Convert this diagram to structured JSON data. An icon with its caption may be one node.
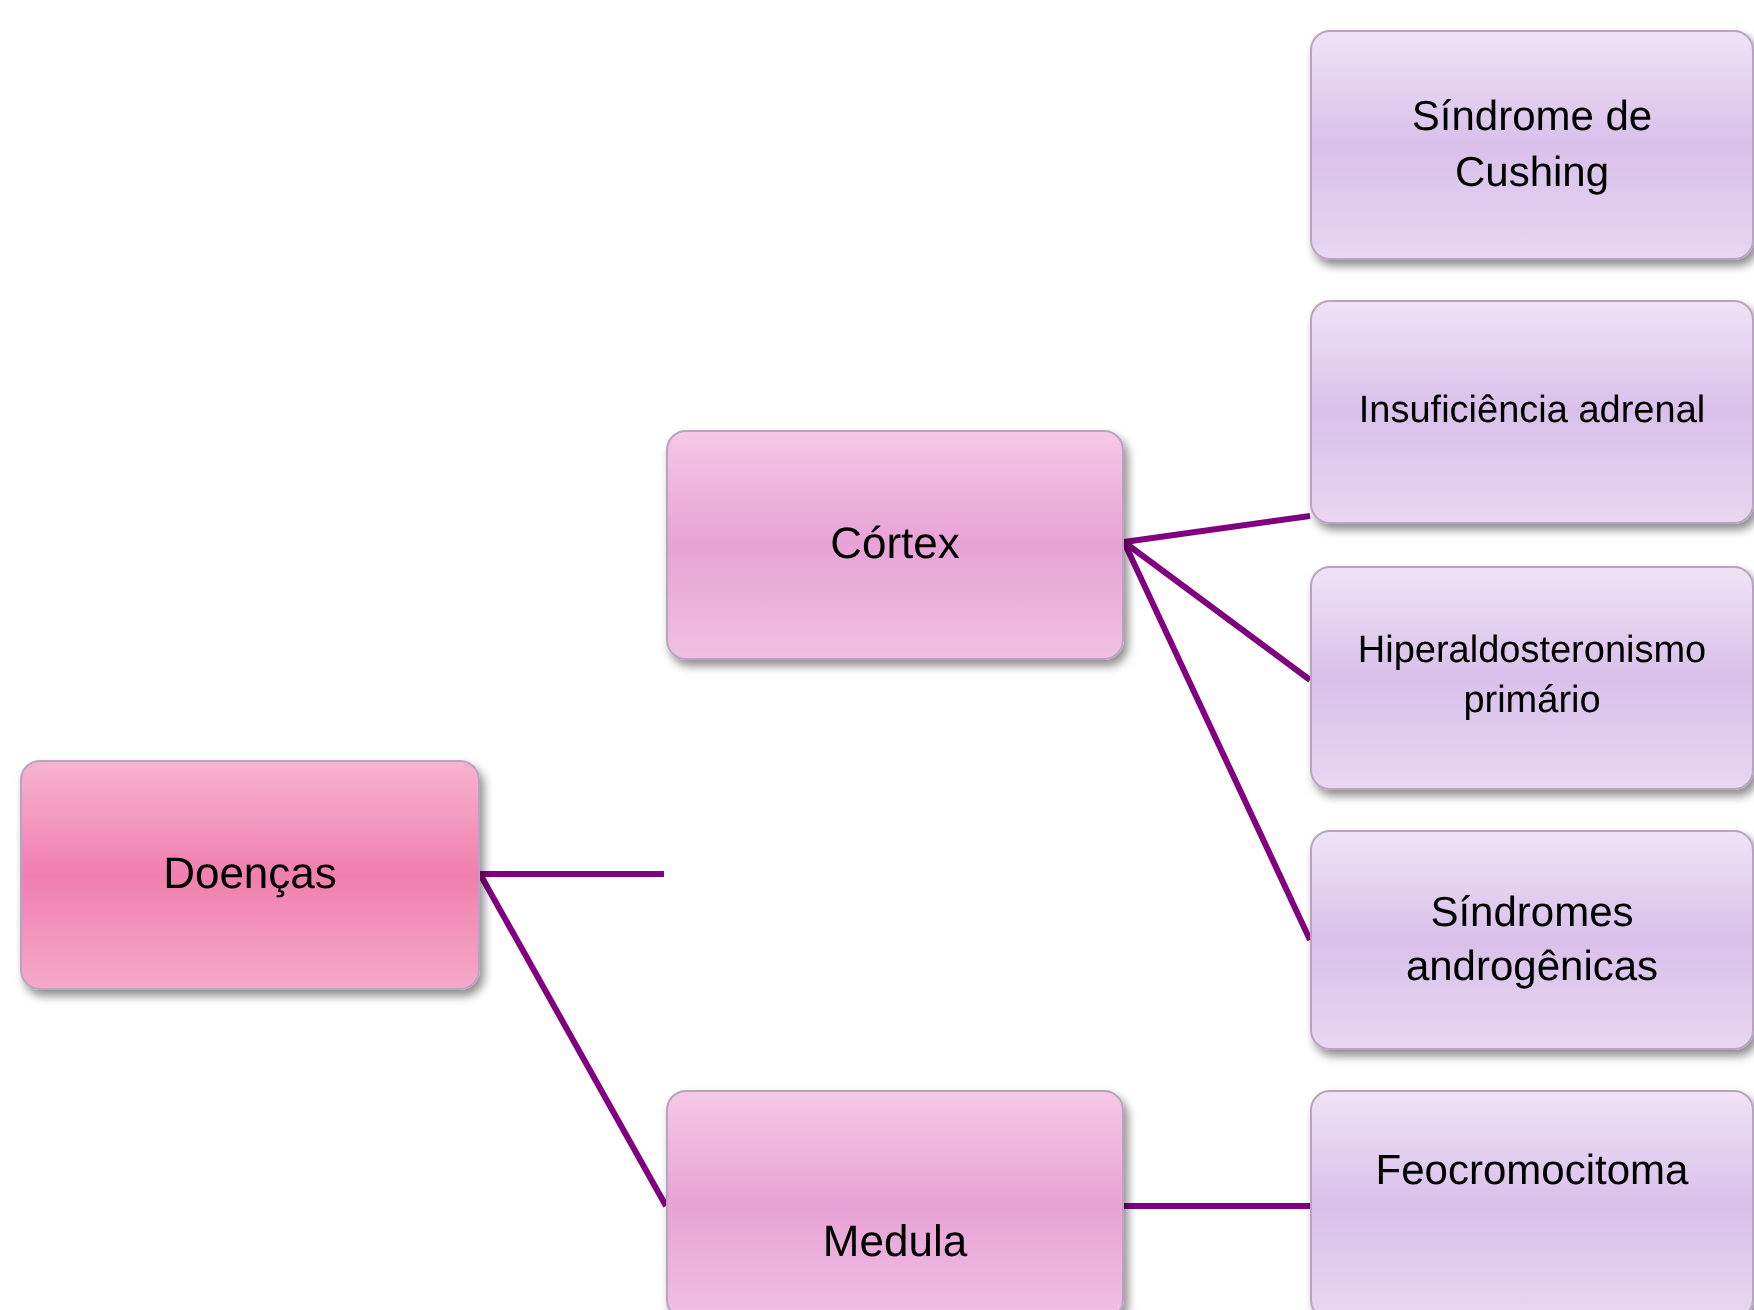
{
  "diagram": {
    "nodes": [
      {
        "text": [
          "Doenças"
        ]
      },
      {
        "text": [
          "Córtex"
        ]
      },
      {
        "text": [
          "Medula"
        ]
      },
      {
        "text": [
          "Síndrome de Cushing"
        ]
      },
      {
        "text": [
          "Insuficiência adrenal"
        ]
      },
      {
        "text": [
          "Hiperaldosteronismo primário"
        ]
      },
      {
        "text": [
          "Síndromes androgênicas"
        ]
      },
      {
        "text": [
          "Feocromocitoma"
        ]
      }
    ],
    "edges": [
      {
        "from": 0,
        "to": null,
        "arrow": "none"
      },
      {
        "from": 0,
        "to": 2,
        "arrow": "none"
      },
      {
        "from": 1,
        "to": 4,
        "arrow": "none"
      },
      {
        "from": 1,
        "to": 5,
        "arrow": "none"
      },
      {
        "from": 1,
        "to": 6,
        "arrow": "none"
      },
      {
        "from": 2,
        "to": 7,
        "arrow": "none"
      }
    ]
  }
}
